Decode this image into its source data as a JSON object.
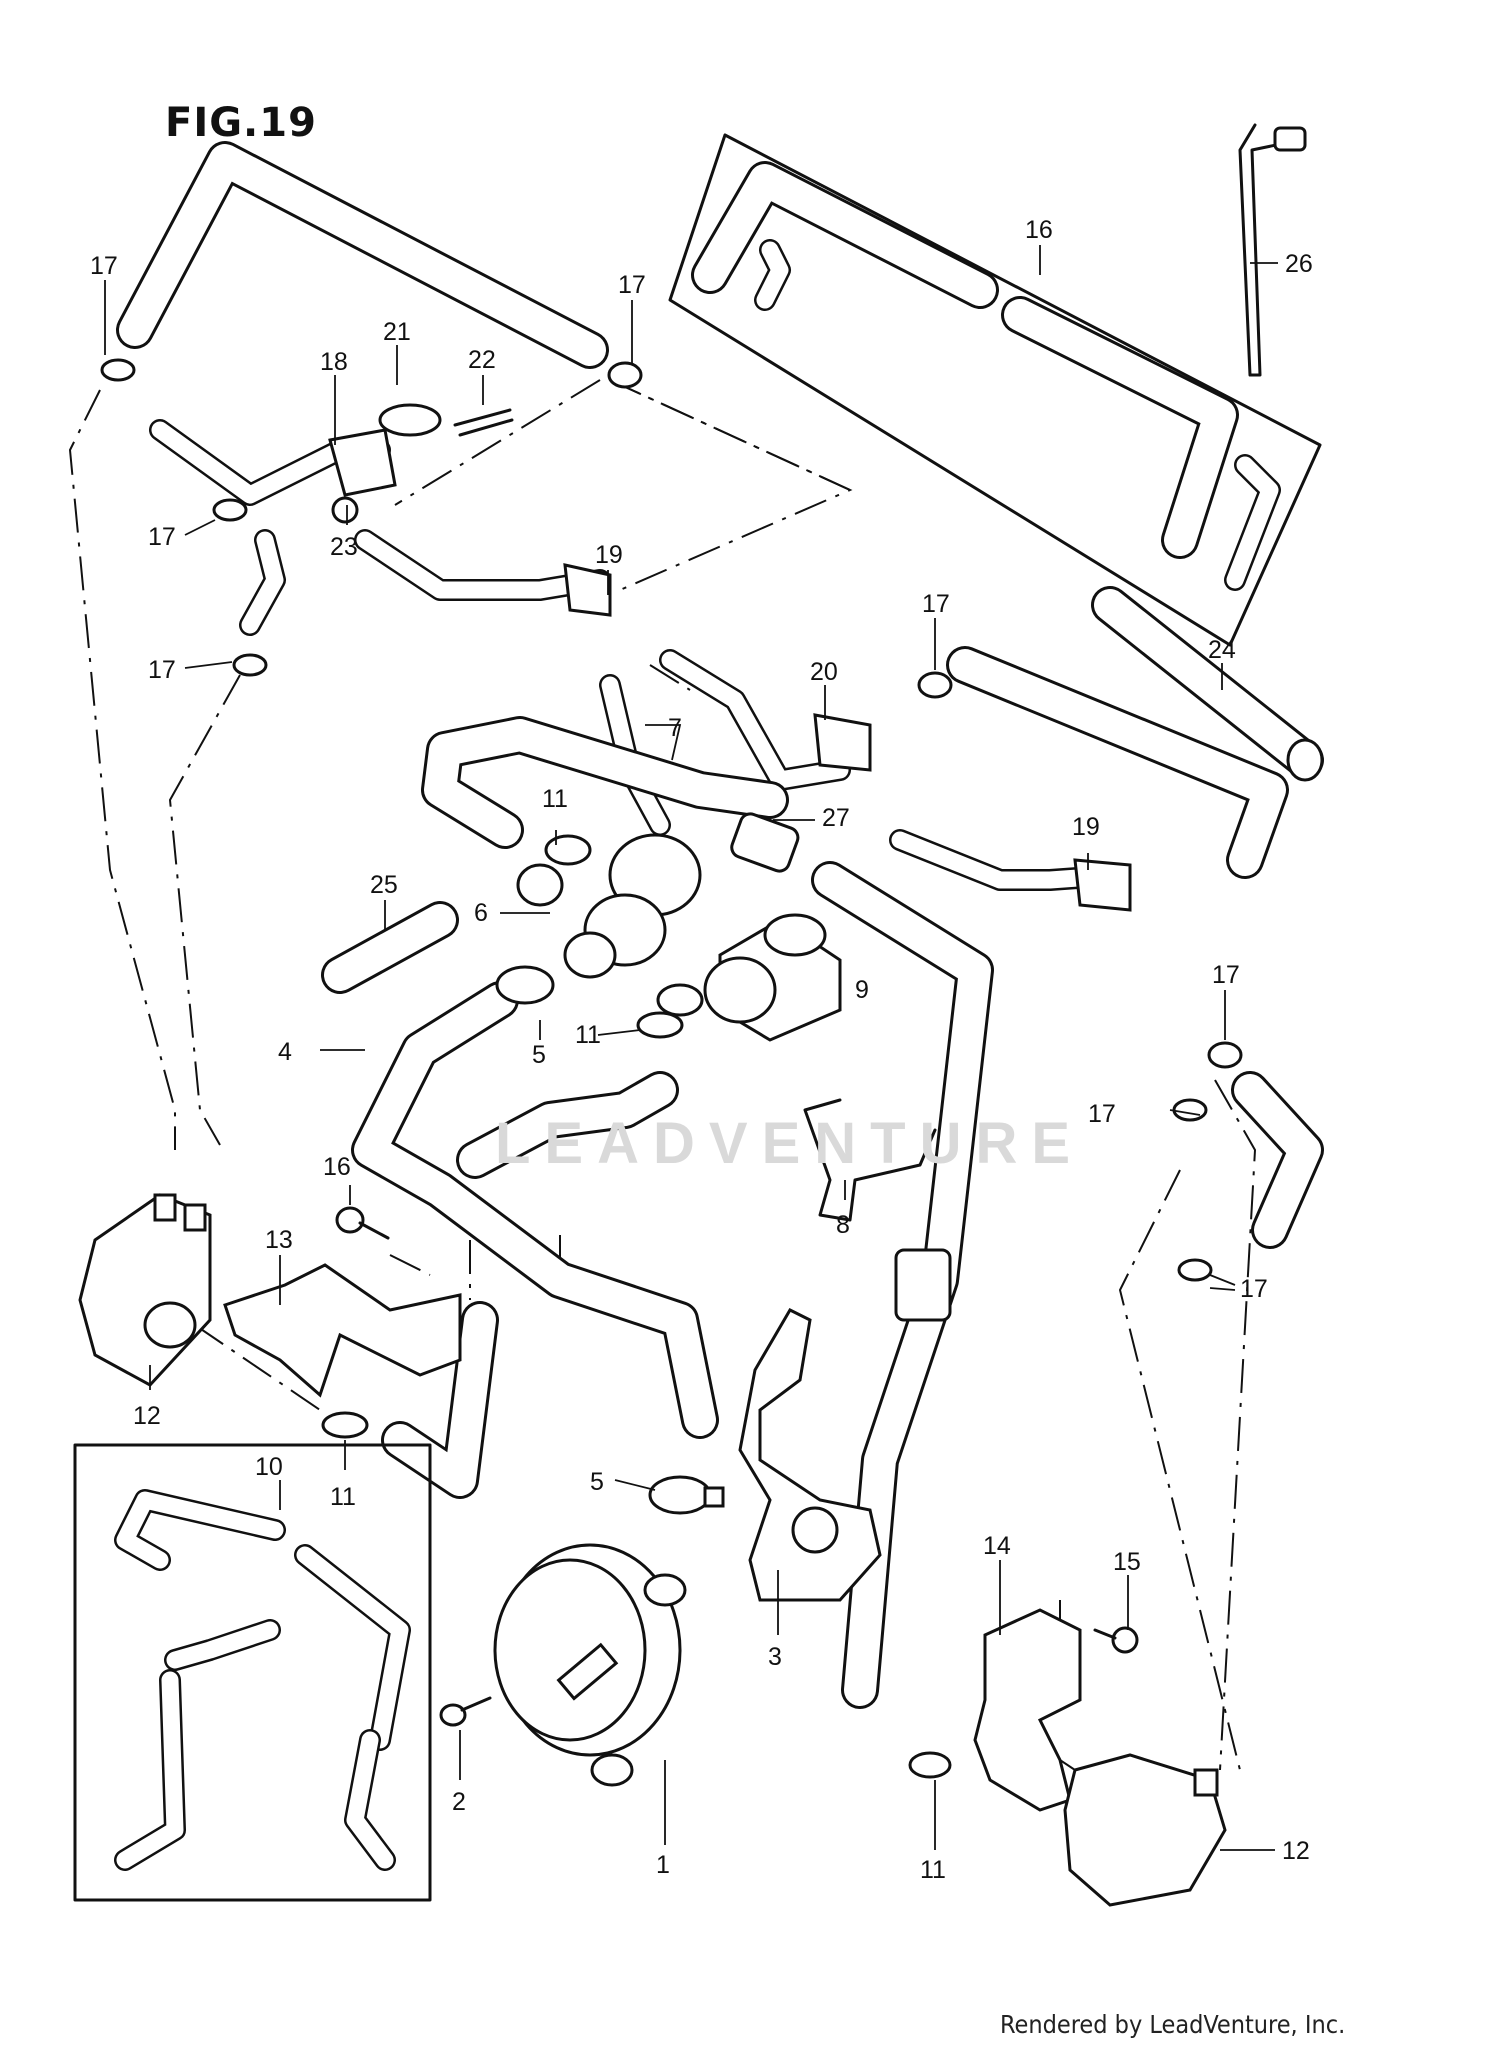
{
  "figure": {
    "title": "FIG.19"
  },
  "footer": {
    "credit": "Rendered by LeadVenture, Inc."
  },
  "watermark": {
    "text": "LEADVENTURE",
    "color": "#d9d9d9"
  },
  "callouts": {
    "c1": "1",
    "c2": "2",
    "c3": "3",
    "c4": "4",
    "c5a": "5",
    "c5b": "5",
    "c6": "6",
    "c7": "7",
    "c8": "8",
    "c9": "9",
    "c10": "10",
    "c11a": "11",
    "c11b": "11",
    "c11c": "11",
    "c11d": "11",
    "c12a": "12",
    "c12b": "12",
    "c13": "13",
    "c14": "14",
    "c15": "15",
    "c16a": "16",
    "c16b": "16",
    "c17a": "17",
    "c17b": "17",
    "c17c": "17",
    "c17d": "17",
    "c17e": "17",
    "c17f": "17",
    "c17g": "17",
    "c17h": "17",
    "c18": "18",
    "c19a": "19",
    "c19b": "19",
    "c20": "20",
    "c21": "21",
    "c22": "22",
    "c23": "23",
    "c24": "24",
    "c25": "25",
    "c26": "26",
    "c27": "27"
  }
}
